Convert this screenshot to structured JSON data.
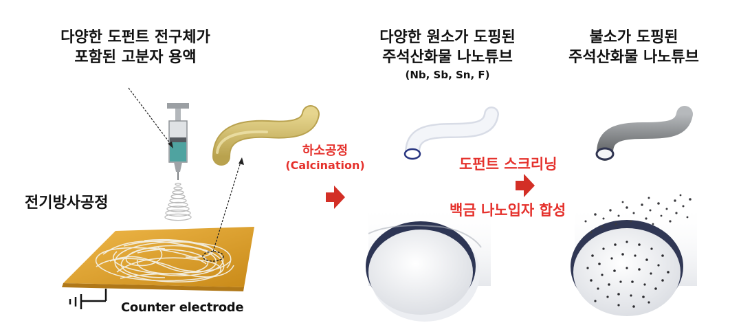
{
  "colors": {
    "process_red": "#e5312c",
    "fiber_gold": "#d4bf6a",
    "substrate_gold": "#e2a531",
    "tube_clear": "#eceff4",
    "tube_gray": "#8a8d90",
    "ring_navy": "#2e3556"
  },
  "labels": {
    "precursor_line1": "다양한 도펀트 전구체가",
    "precursor_line2": "포함된 고분자 용액",
    "electrospinning": "전기방사공정",
    "counter_electrode": "Counter electrode",
    "calcination_ko": "하소공정",
    "calcination_en": "(Calcination)",
    "multi_doped_line1": "다양한 원소가 도핑된",
    "multi_doped_line2": "주석산화물 나노튜브",
    "multi_doped_elements": "(Nb, Sb, Sn, F)",
    "f_doped_line1": "불소가 도핑된",
    "f_doped_line2": "주석산화물 나노튜브",
    "dopant_screening": "도펀트 스크리닝",
    "pt_synthesis": "백금 나노입자 합성"
  },
  "icons": [
    "syringe-icon",
    "ground-symbol-icon",
    "process-arrow-icon"
  ]
}
